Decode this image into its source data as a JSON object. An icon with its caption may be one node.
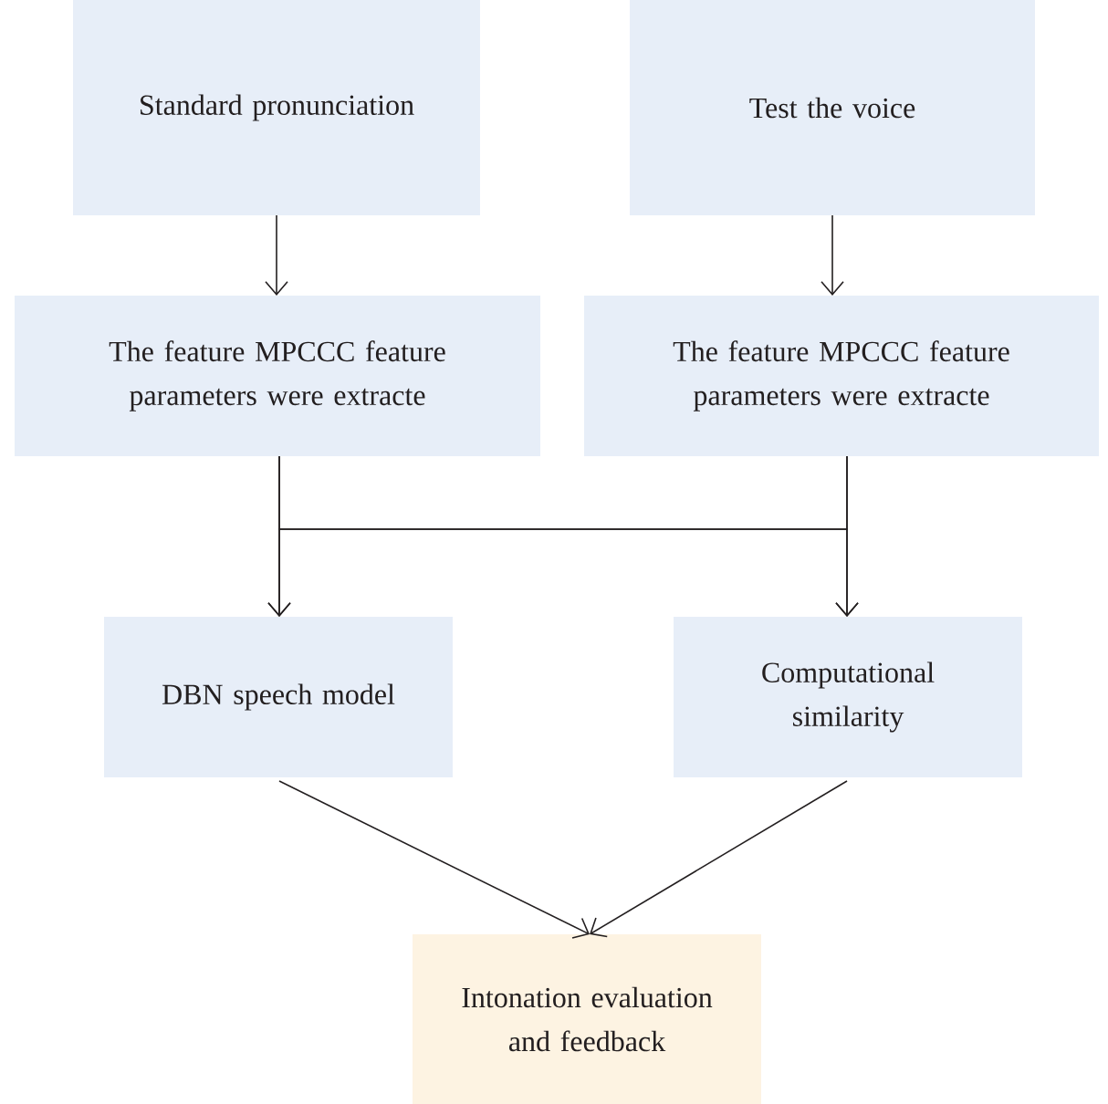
{
  "diagram": {
    "nodes": [
      {
        "text": [
          "Standard pronunciation"
        ]
      },
      {
        "text": [
          "Test the voice"
        ]
      },
      {
        "text": [
          "The feature MPCCC feature parameters were extracte"
        ]
      },
      {
        "text": [
          "The feature MPCCC feature parameters were extracte"
        ]
      },
      {
        "text": [
          "DBN speech model"
        ]
      },
      {
        "text": [
          "Computational similarity"
        ]
      },
      {
        "text": [
          "Intonation evaluation and feedback"
        ]
      }
    ],
    "edges": [
      {
        "from": 0,
        "to": 2,
        "arrow": "to"
      },
      {
        "from": 1,
        "to": 3,
        "arrow": "to"
      },
      {
        "from": 2,
        "to": 4,
        "arrow": "to"
      },
      {
        "from": 2,
        "to": 5,
        "arrow": "to"
      },
      {
        "from": 3,
        "to": 4,
        "arrow": "to"
      },
      {
        "from": 3,
        "to": 5,
        "arrow": "to"
      },
      {
        "from": 4,
        "to": 6,
        "arrow": "to"
      },
      {
        "from": 5,
        "to": 6,
        "arrow": "to"
      }
    ]
  }
}
